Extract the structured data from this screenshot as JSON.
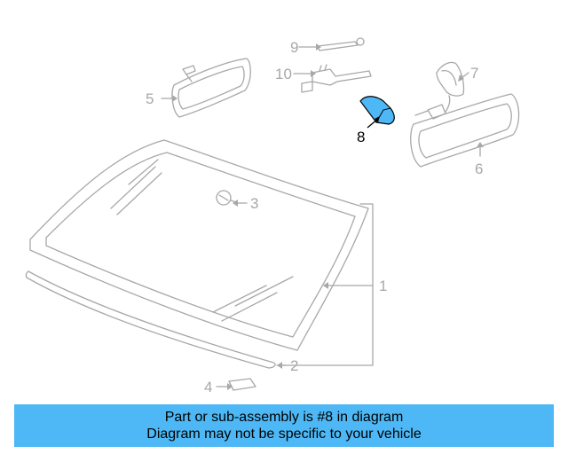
{
  "diagram": {
    "callouts": {
      "c1": "1",
      "c2": "2",
      "c3": "3",
      "c4": "4",
      "c5": "5",
      "c6": "6",
      "c7": "7",
      "c8": "8",
      "c9": "9",
      "c10": "10"
    },
    "highlighted_part": "8",
    "colors": {
      "line": "#a8a8a8",
      "highlight_fill": "#4db8f5",
      "banner": "#4db8f5"
    }
  },
  "banner": {
    "line1": "Part or sub-assembly is #8 in diagram",
    "line2": "Diagram may not be specific to your vehicle"
  }
}
